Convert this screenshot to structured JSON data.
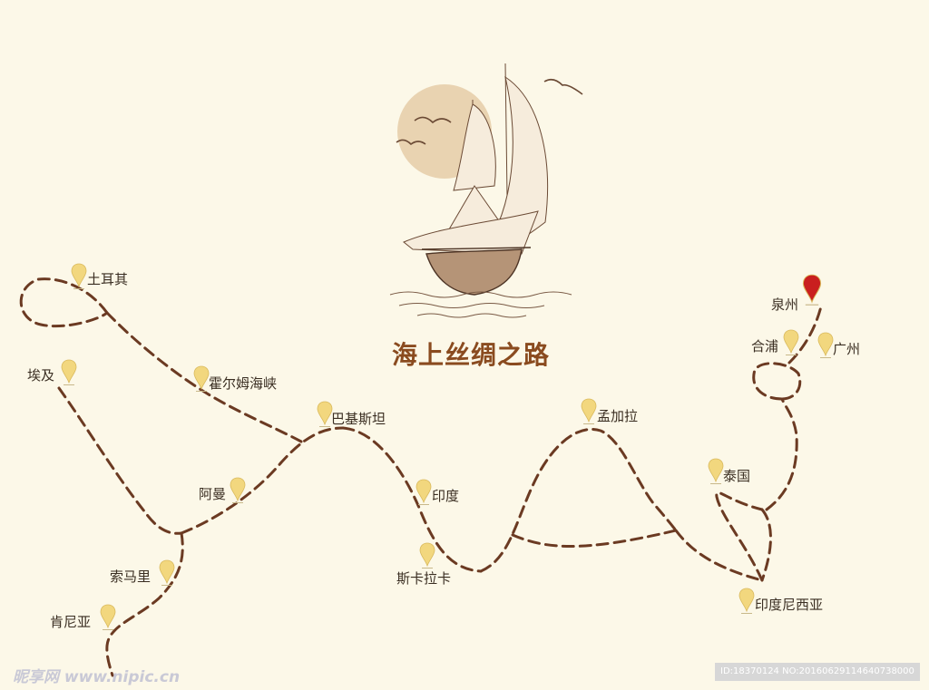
{
  "title": "海上丝绸之路",
  "route_color": "#6b3a22",
  "pin_color_default": "#f2d77e",
  "pin_color_highlight": "#c91f1f",
  "places": [
    {
      "id": "tuerqi",
      "name": "土耳其",
      "icon": "map-pin-icon"
    },
    {
      "id": "aiji",
      "name": "埃及",
      "icon": "map-pin-icon"
    },
    {
      "id": "huoermu",
      "name": "霍尔姆海峡",
      "icon": "map-pin-icon"
    },
    {
      "id": "bajisitan",
      "name": "巴基斯坦",
      "icon": "map-pin-icon"
    },
    {
      "id": "aman",
      "name": "阿曼",
      "icon": "map-pin-icon"
    },
    {
      "id": "yindu",
      "name": "印度",
      "icon": "map-pin-icon"
    },
    {
      "id": "suomali",
      "name": "索马里",
      "icon": "map-pin-icon"
    },
    {
      "id": "kenniya",
      "name": "肯尼亚",
      "icon": "map-pin-icon"
    },
    {
      "id": "sikalanka",
      "name": "斯卡拉卡",
      "icon": "map-pin-icon"
    },
    {
      "id": "mengjiala",
      "name": "孟加拉",
      "icon": "map-pin-icon"
    },
    {
      "id": "taiguo",
      "name": "泰国",
      "icon": "map-pin-icon"
    },
    {
      "id": "yindunixiya",
      "name": "印度尼西亚",
      "icon": "map-pin-icon"
    },
    {
      "id": "hepu",
      "name": "合浦",
      "icon": "map-pin-icon"
    },
    {
      "id": "guangzhou",
      "name": "广州",
      "icon": "map-pin-icon"
    },
    {
      "id": "quanzhou",
      "name": "泉州",
      "icon": "red-map-marker-icon",
      "highlight": true
    }
  ],
  "watermark": {
    "left_text": "昵享网 www.nipic.cn",
    "right_text": "ID:18370124 NO:20160629114640738000"
  }
}
